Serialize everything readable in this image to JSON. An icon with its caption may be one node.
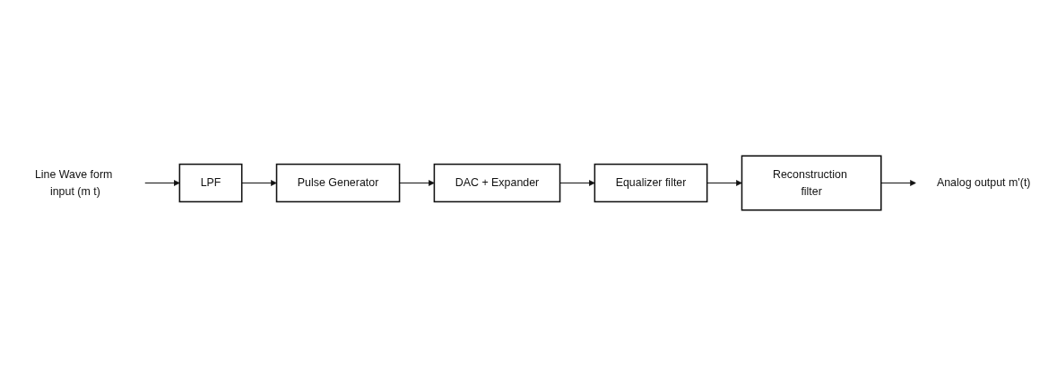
{
  "diagram": {
    "nodes": [
      {
        "text": [
          "Line Wave form input (m t)"
        ]
      },
      {
        "text": [
          "LPF"
        ]
      },
      {
        "text": [
          "Pulse Generator"
        ]
      },
      {
        "text": [
          "DAC + Expander"
        ]
      },
      {
        "text": [
          "Equalizer filter"
        ]
      },
      {
        "text": [
          "Reconstruction filter"
        ]
      },
      {
        "text": [
          "Analog output m'(t)"
        ]
      }
    ],
    "edges": [
      {
        "from": 0,
        "to": 1,
        "arrow": "to"
      },
      {
        "from": 1,
        "to": 2,
        "arrow": "to"
      },
      {
        "from": 2,
        "to": 3,
        "arrow": "to"
      },
      {
        "from": 3,
        "to": 4,
        "arrow": "to"
      },
      {
        "from": 4,
        "to": 5,
        "arrow": "to"
      },
      {
        "from": 5,
        "to": 6,
        "arrow": "to"
      }
    ]
  }
}
